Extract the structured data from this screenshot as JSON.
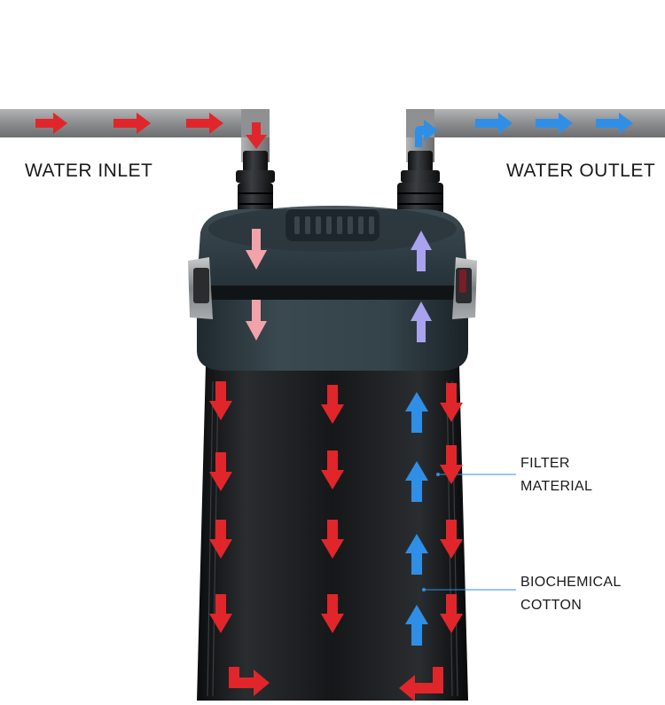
{
  "labels": {
    "inlet": "WATER INLET",
    "outlet": "WATER OUTLET",
    "filter_line1": "FILTER",
    "filter_line2": "MATERIAL",
    "bio_line1": "BIOCHEMICAL",
    "bio_line2": "COTTON"
  },
  "colors": {
    "pipe": "#8e8f91",
    "inlet_arrow": "#e0262a",
    "outlet_arrow": "#2f8fe6",
    "head_down_arrow": "#f2a3aa",
    "head_up_arrow": "#a9a2ee",
    "canister_body": "#17191b",
    "canister_head": "#2e3b41",
    "callout_line": "#2f8fe6"
  }
}
